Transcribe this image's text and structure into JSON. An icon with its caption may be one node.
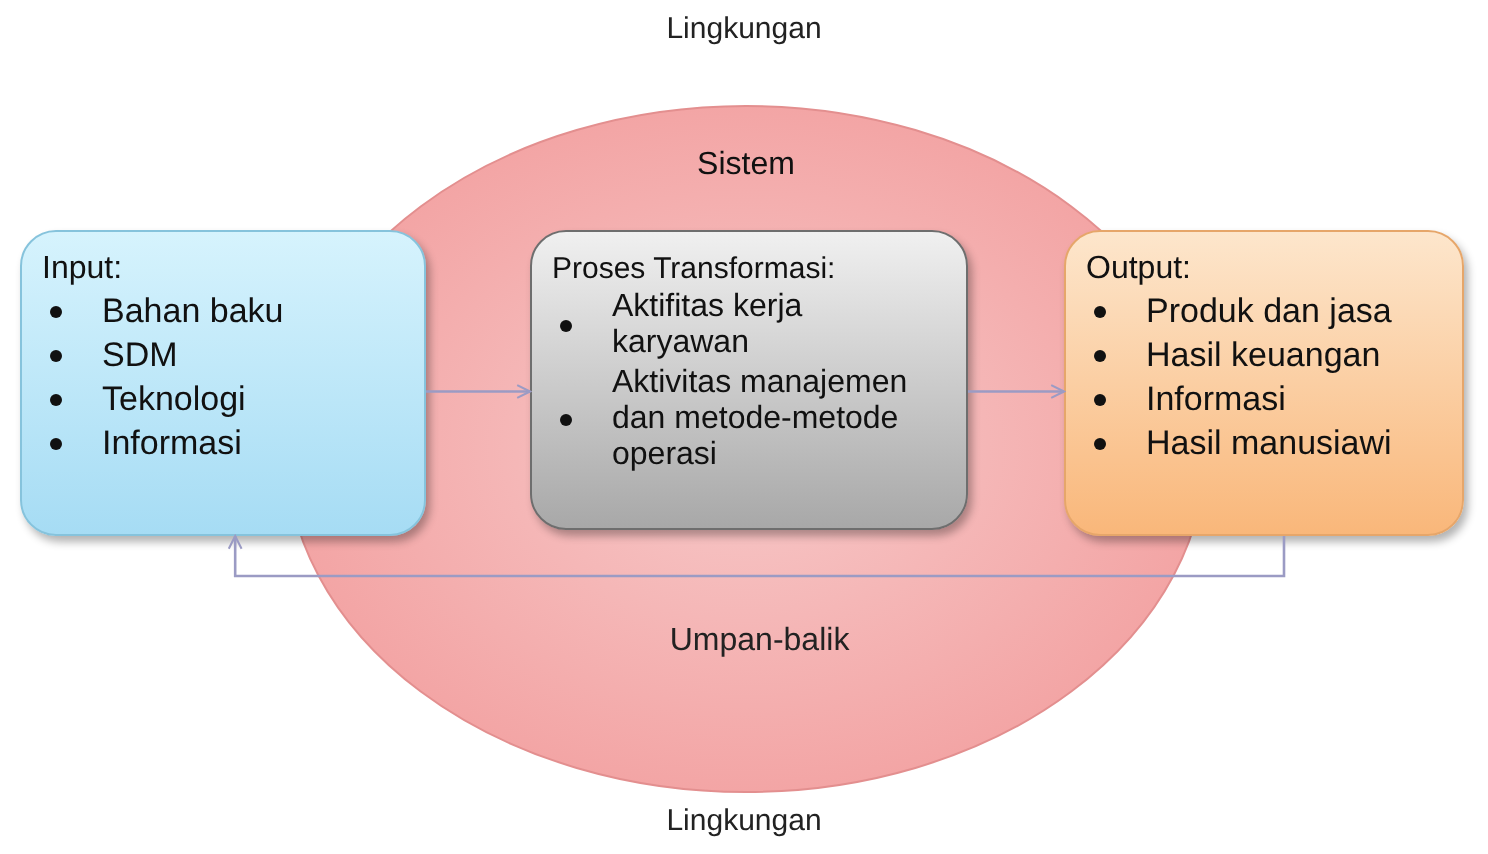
{
  "diagram": {
    "nodes": [
      {
        "text": [
          "Sistem"
        ]
      },
      {
        "text": [
          "Input:",
          "Bahan baku",
          "SDM",
          "Teknologi",
          "Informasi"
        ]
      },
      {
        "text": [
          "Proses Transformasi:",
          "Aktifitas kerja karyawan",
          "Aktivitas manajemen dan metode-metode operasi"
        ],
        "in": 0
      },
      {
        "text": [
          "Output:",
          "Produk dan jasa",
          "Hasil keuangan",
          "Informasi",
          "Hasil manusiawi"
        ]
      }
    ],
    "edges": [
      {
        "from": 1,
        "to": 2,
        "arrow": "to"
      },
      {
        "from": 2,
        "to": 3,
        "arrow": "to"
      },
      {
        "from": 3,
        "to": 1,
        "arrow": "to",
        "label": "Umpan-balik"
      }
    ],
    "labels": [
      "Lingkungan",
      "Lingkungan"
    ]
  }
}
